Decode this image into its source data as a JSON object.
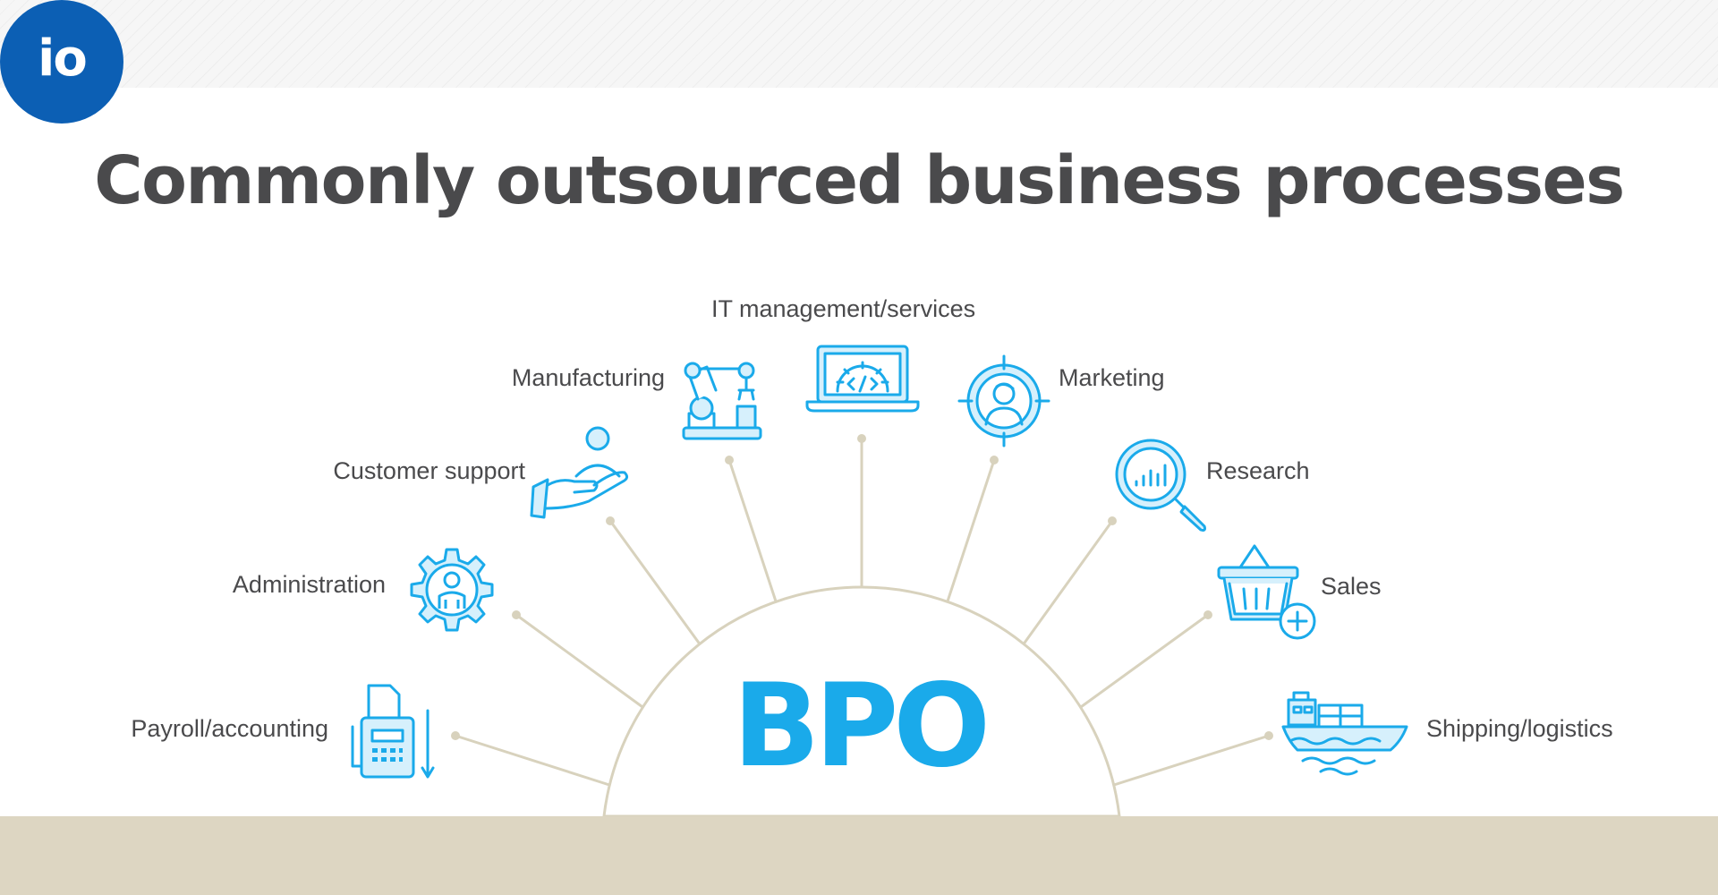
{
  "logo": {
    "text": "io",
    "color": "#0c5fb4"
  },
  "title": "Commonly outsourced business processes",
  "center_label": "BPO",
  "colors": {
    "accent": "#1aaaea",
    "icon_fill": "#d6f0fc",
    "line": "#d8d2bd",
    "band": "#ddd6c2",
    "text": "#4a4a4c"
  },
  "processes": [
    {
      "label": "Payroll/accounting",
      "icon": "fax-calculator-icon"
    },
    {
      "label": "Administration",
      "icon": "gear-person-icon"
    },
    {
      "label": "Customer support",
      "icon": "hand-person-icon"
    },
    {
      "label": "Manufacturing",
      "icon": "robot-arm-icon"
    },
    {
      "label": "IT management/services",
      "icon": "laptop-code-icon"
    },
    {
      "label": "Marketing",
      "icon": "target-person-icon"
    },
    {
      "label": "Research",
      "icon": "magnifier-chart-icon"
    },
    {
      "label": "Sales",
      "icon": "basket-plus-icon"
    },
    {
      "label": "Shipping/logistics",
      "icon": "cargo-ship-icon"
    }
  ]
}
